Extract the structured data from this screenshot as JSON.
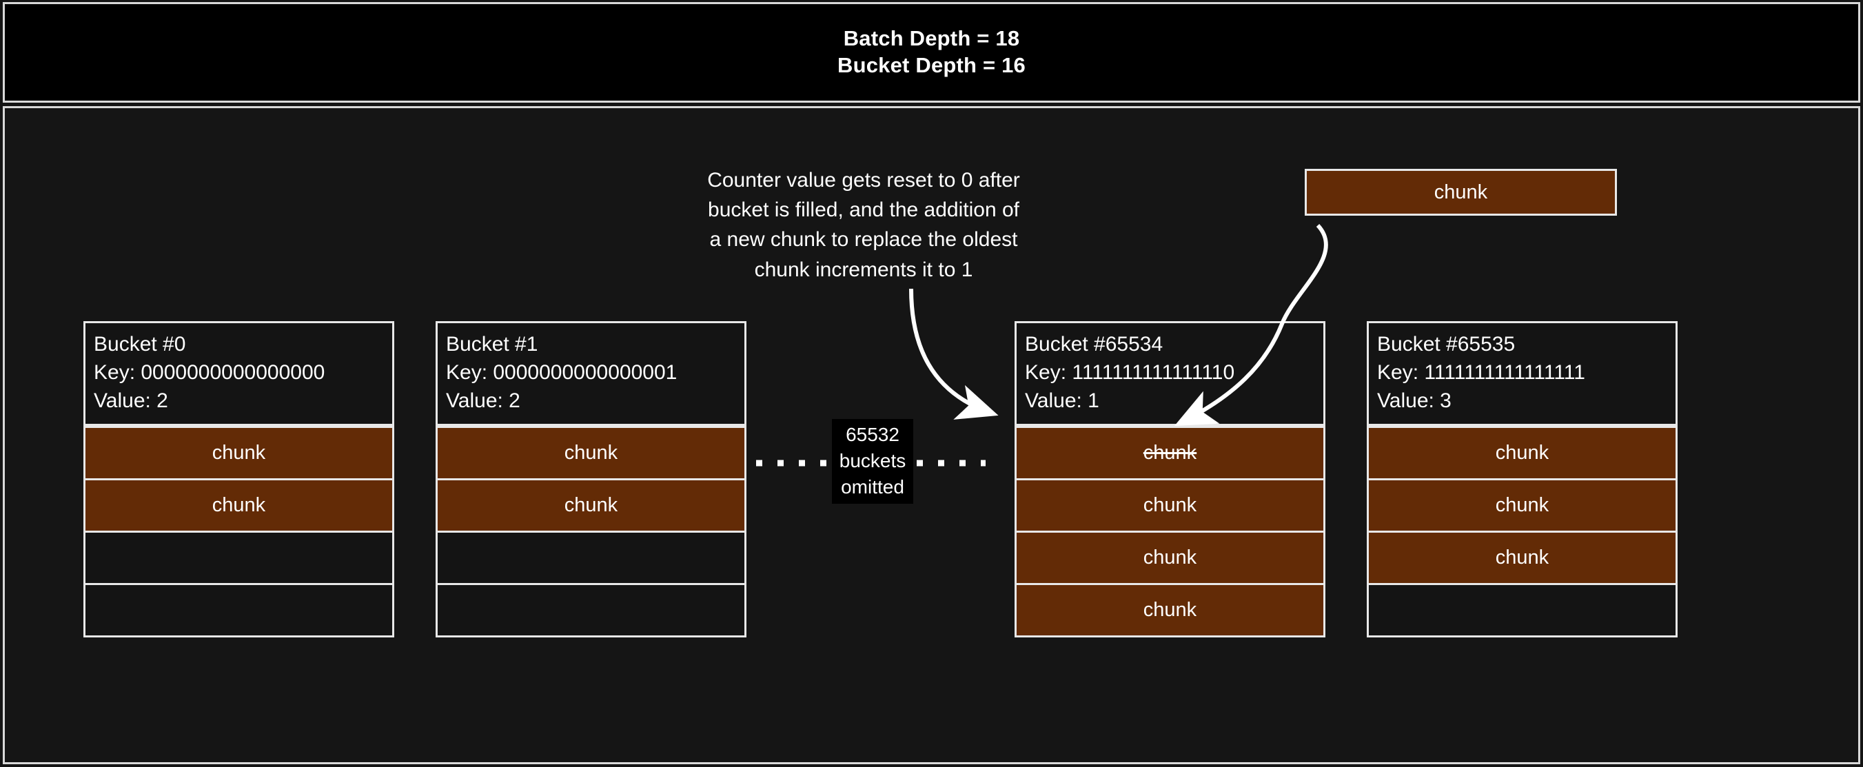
{
  "header": {
    "line1": "Batch Depth = 18",
    "line2": "Bucket Depth = 16"
  },
  "annotation": {
    "line1": "Counter value gets reset to 0 after",
    "line2": "bucket is filled, and the addition of",
    "line3": "a new chunk to replace the oldest",
    "line4": "chunk increments it to 1"
  },
  "floating_chunk": {
    "label": "chunk"
  },
  "omitted": {
    "count": "65532",
    "word": "buckets",
    "state": "omitted"
  },
  "colors": {
    "chunk_fill": "#632B06",
    "border": "#e8e8e8",
    "background": "#151515",
    "header_background": "#000000"
  },
  "buckets": [
    {
      "title": "Bucket #0",
      "key": "Key: 0000000000000000",
      "value": "Value: 2",
      "slots": [
        {
          "label": "chunk",
          "filled": true,
          "struck": false
        },
        {
          "label": "chunk",
          "filled": true,
          "struck": false
        },
        {
          "label": "",
          "filled": false,
          "struck": false
        },
        {
          "label": "",
          "filled": false,
          "struck": false
        }
      ]
    },
    {
      "title": "Bucket #1",
      "key": "Key: 0000000000000001",
      "value": "Value: 2",
      "slots": [
        {
          "label": "chunk",
          "filled": true,
          "struck": false
        },
        {
          "label": "chunk",
          "filled": true,
          "struck": false
        },
        {
          "label": "",
          "filled": false,
          "struck": false
        },
        {
          "label": "",
          "filled": false,
          "struck": false
        }
      ]
    },
    {
      "title": "Bucket #65534",
      "key": "Key: 1111111111111110",
      "value": "Value: 1",
      "slots": [
        {
          "label": "chunk",
          "filled": true,
          "struck": true
        },
        {
          "label": "chunk",
          "filled": true,
          "struck": false
        },
        {
          "label": "chunk",
          "filled": true,
          "struck": false
        },
        {
          "label": "chunk",
          "filled": true,
          "struck": false
        }
      ]
    },
    {
      "title": "Bucket #65535",
      "key": "Key: 1111111111111111",
      "value": "Value: 3",
      "slots": [
        {
          "label": "chunk",
          "filled": true,
          "struck": false
        },
        {
          "label": "chunk",
          "filled": true,
          "struck": false
        },
        {
          "label": "chunk",
          "filled": true,
          "struck": false
        },
        {
          "label": "",
          "filled": false,
          "struck": false
        }
      ]
    }
  ]
}
